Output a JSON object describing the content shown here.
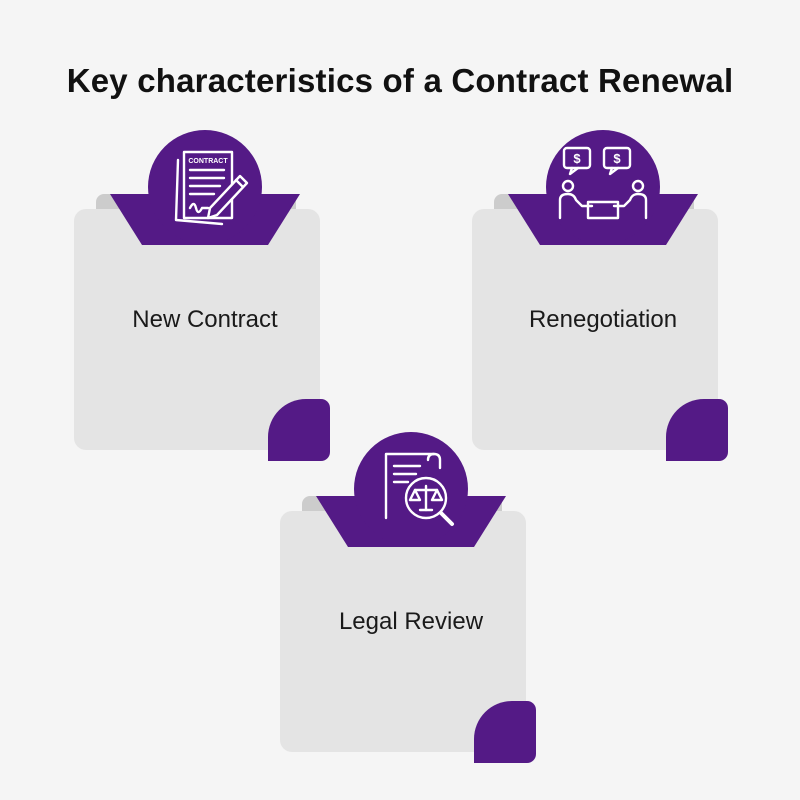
{
  "title": "Key characteristics of a Contract Renewal",
  "colors": {
    "accent": "#541a86",
    "card": "#e4e4e4",
    "tab": "#cccccc",
    "background": "#f5f5f5"
  },
  "cards": [
    {
      "label": "New Contract",
      "icon": "contract-signing-icon",
      "icon_text": "CONTRACT"
    },
    {
      "label": "Renegotiation",
      "icon": "negotiation-meeting-icon"
    },
    {
      "label": "Legal Review",
      "icon": "legal-review-icon"
    }
  ]
}
